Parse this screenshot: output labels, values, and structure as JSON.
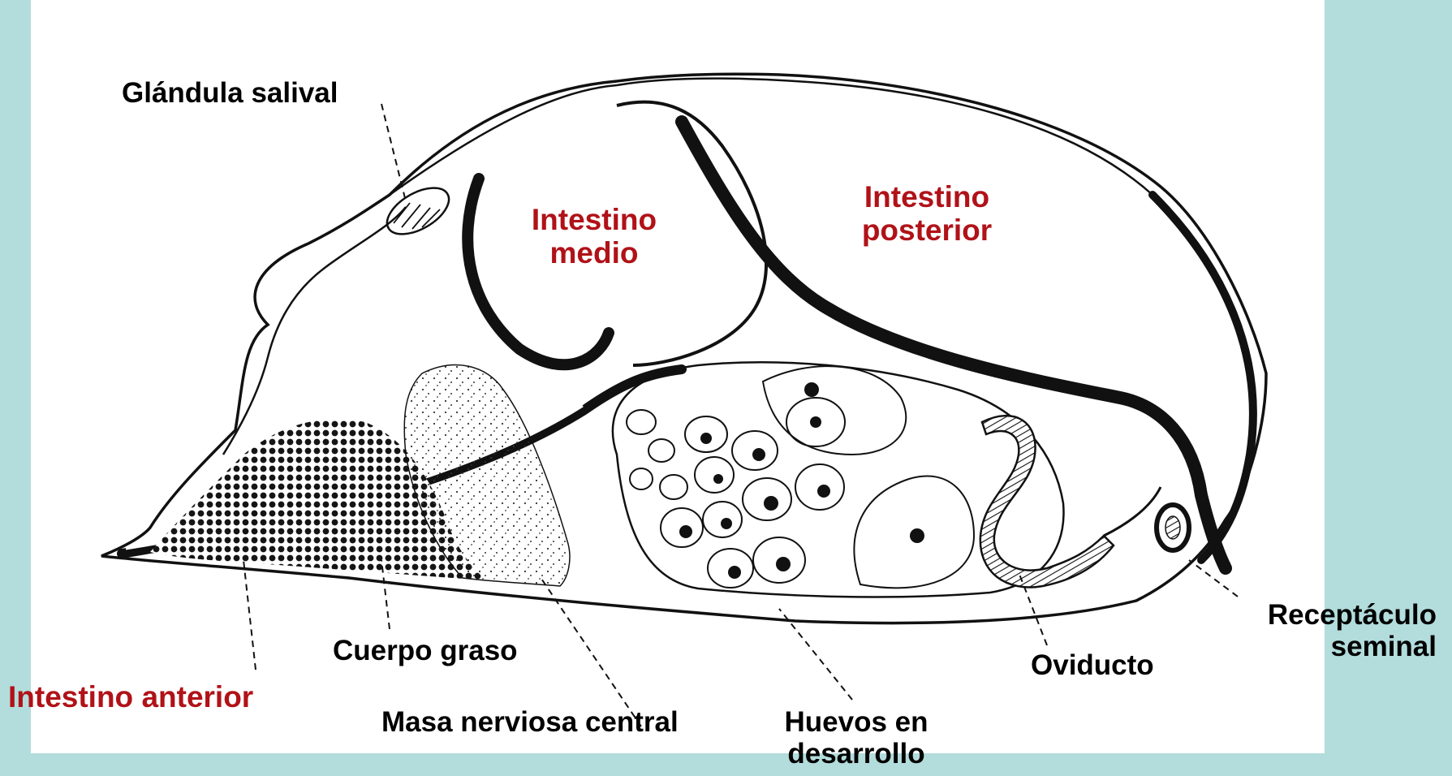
{
  "colors": {
    "background": "#b3dcdc",
    "panel": "#ffffff",
    "ink": "#111111",
    "label_black": "#000000",
    "label_red": "#b01218"
  },
  "labels": {
    "glandula_salival": "Glándula salival",
    "intestino_medio": "Intestino\nmedio",
    "intestino_posterior": "Intestino\nposterior",
    "intestino_anterior": "Intestino anterior",
    "cuerpo_graso": "Cuerpo graso",
    "masa_nerviosa": "Masa nerviosa central",
    "huevos": "Huevos en\ndesarrollo",
    "oviducto": "Oviducto",
    "receptaculo": "Receptáculo\nseminal"
  }
}
